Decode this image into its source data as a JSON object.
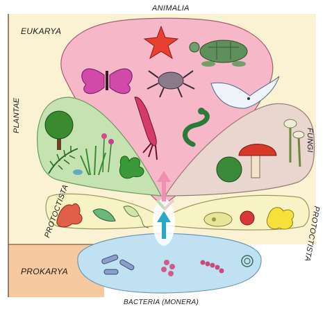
{
  "labels": {
    "animalia": "ANIMALIA",
    "eukarya": "EUKARYA",
    "plantae": "PLANTAE",
    "fungi": "FUNGI",
    "protoctista_left": "PROTOCTISTA",
    "protoctista_right": "PROTOCTISTA",
    "prokarya": "PROKARYA",
    "bacteria": "BACTERIA (MONERA)"
  },
  "colors": {
    "eukarya_band": "#fbf1d3",
    "prokarya_band": "#f6c9a0",
    "animalia": "#f6b7c8",
    "plantae": "#c5e3b0",
    "fungi": "#e8d6cf",
    "protoctista": "#f8f3c4",
    "bacteria": "#bfe1f1",
    "outline": "#8a6a5a"
  },
  "icons": {
    "animalia": [
      "starfish-icon",
      "turtle-icon",
      "butterfly-icon",
      "crab-icon",
      "squid-icon",
      "bird-icon",
      "snake-icon"
    ],
    "plantae": [
      "tree-icon",
      "fern-icon",
      "grass-icon",
      "flower-icon",
      "moss-icon"
    ],
    "fungi": [
      "moss-ball-icon",
      "mushroom-icon",
      "small-mushrooms-icon"
    ],
    "protoctista": [
      "coral-algae-icon",
      "euglena-icon",
      "flagellate-icon",
      "paramecium-icon",
      "red-cell-icon",
      "amoeba-icon"
    ],
    "bacteria": [
      "rod-bacteria-icon",
      "cocci-icon",
      "chain-bacteria-icon",
      "spiral-bacteria-icon"
    ]
  }
}
